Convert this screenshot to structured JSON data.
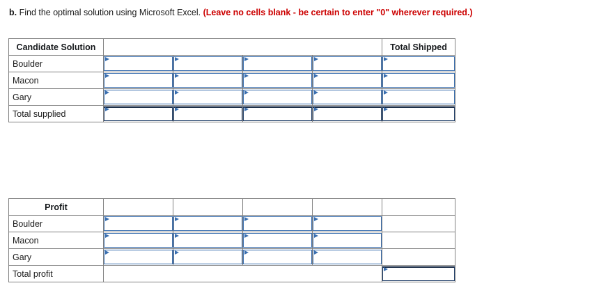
{
  "prompt": {
    "letter": "b.",
    "text": " Find the optimal solution using Microsoft Excel. ",
    "note": "(Leave no cells blank - be certain to enter \"0\" wherever required.)"
  },
  "colors": {
    "header_blue": "#6fa8dc",
    "box_border": "#3a6fb0",
    "box_border_strong": "#10233f",
    "note_red": "#cc0000",
    "grid_gray": "#808080"
  },
  "tables": [
    {
      "name": "candidate-solution",
      "header": {
        "corner_label": "Candidate Solution",
        "merged_blank_label": "",
        "last_label": "Total Shipped"
      },
      "rows": [
        {
          "label": "Boulder",
          "values": [
            "",
            "",
            "",
            "",
            ""
          ]
        },
        {
          "label": "Macon",
          "values": [
            "",
            "",
            "",
            "",
            ""
          ]
        },
        {
          "label": "Gary",
          "values": [
            "",
            "",
            "",
            "",
            ""
          ]
        },
        {
          "label": "Total supplied",
          "values": [
            "",
            "",
            "",
            "",
            ""
          ]
        }
      ]
    },
    {
      "name": "profit",
      "header": {
        "corner_label": "Profit",
        "blank_labels": [
          "",
          "",
          "",
          "",
          ""
        ]
      },
      "rows": [
        {
          "label": "Boulder",
          "values": [
            "",
            "",
            "",
            ""
          ],
          "total_value": ""
        },
        {
          "label": "Macon",
          "values": [
            "",
            "",
            "",
            ""
          ],
          "total_value": ""
        },
        {
          "label": "Gary",
          "values": [
            "",
            "",
            "",
            ""
          ],
          "total_value": ""
        },
        {
          "label": "Total profit",
          "values": [],
          "total_value": ""
        }
      ]
    }
  ]
}
